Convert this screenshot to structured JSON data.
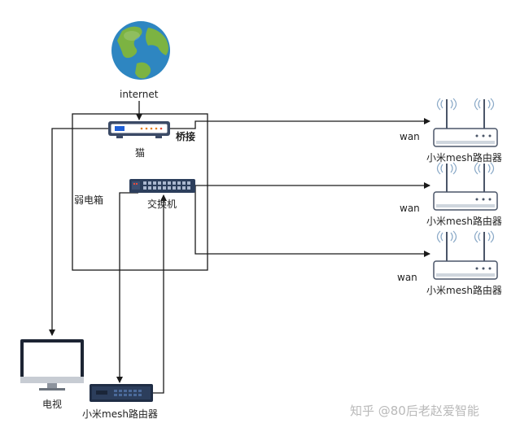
{
  "labels": {
    "internet": "internet",
    "modem": "猫",
    "bridge": "桥接",
    "weak_box": "弱电箱",
    "switch": "交换机",
    "tv": "电视",
    "router_bottom": "小米mesh路由器",
    "router_1": "小米mesh路由器",
    "router_2": "小米mesh路由器",
    "router_3": "小米mesh路由器",
    "wan_1": "wan",
    "wan_2": "wan",
    "wan_3": "wan"
  },
  "watermark": "知乎 @80后老赵爱智能",
  "colors": {
    "line": "#1a1a1a",
    "globe_ocean": "#2e86c1",
    "globe_land": "#7cb342",
    "device_dark": "#2c3e5c",
    "router_body": "#ffffff"
  }
}
